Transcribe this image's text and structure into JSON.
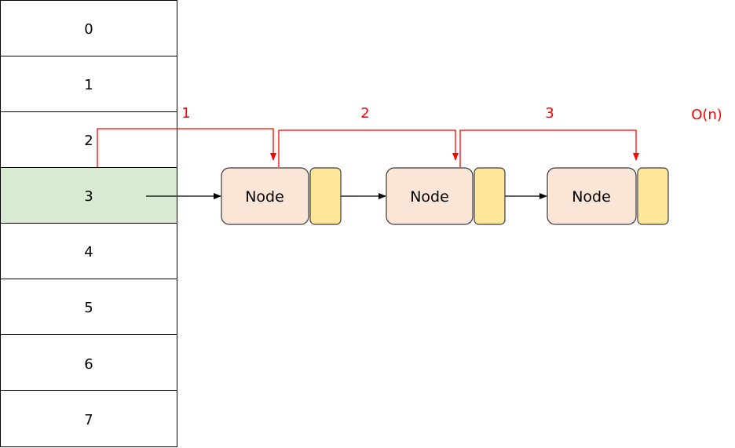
{
  "array": {
    "cells": [
      "0",
      "1",
      "2",
      "3",
      "4",
      "5",
      "6",
      "7"
    ],
    "highlighted_index": 3
  },
  "nodes": [
    {
      "label": "Node"
    },
    {
      "label": "Node"
    },
    {
      "label": "Node"
    }
  ],
  "steps": [
    {
      "label": "1"
    },
    {
      "label": "2"
    },
    {
      "label": "3"
    }
  ],
  "complexity_label": "O(n)",
  "colors": {
    "array_cell": "#ffffff",
    "highlight": "#d9ead3",
    "node_fill": "#fbe5d6",
    "pointer_fill": "#ffe699",
    "step_color": "#ff0000",
    "border": "#000000"
  }
}
